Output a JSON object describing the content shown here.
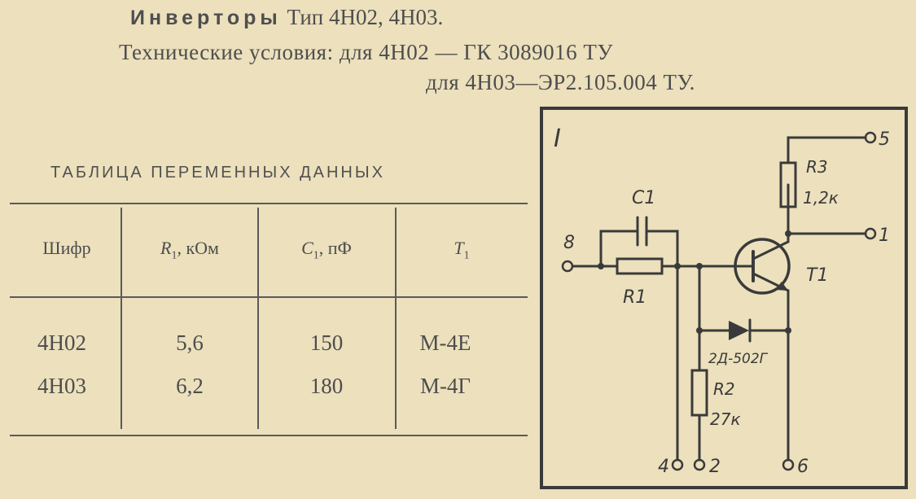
{
  "header": {
    "title_bold": "Инверторы",
    "title_rest": "Тип 4Н02, 4Н03.",
    "line2": "Технические условия: для 4Н02 — ГК 3089016 ТУ",
    "line3": "для 4Н03—ЭР2.105.004 ТУ."
  },
  "table": {
    "title": "ТАБЛИЦА ПЕРЕМЕННЫХ ДАННЫХ",
    "columns": {
      "cipher": "Шифр",
      "r1_sym": "R",
      "r1_sub": "1",
      "r1_unit": ", кОм",
      "c1_sym": "C",
      "c1_sub": "1",
      "c1_unit": ", пФ",
      "t1_sym": "T",
      "t1_sub": "1"
    },
    "rows": [
      {
        "cipher": "4Н02",
        "r1": "5,6",
        "c1": "150",
        "t1": "М-4Е"
      },
      {
        "cipher": "4Н03",
        "r1": "6,2",
        "c1": "180",
        "t1": "М-4Г"
      }
    ]
  },
  "schematic": {
    "frame_label": "I",
    "c1": "C1",
    "r1": "R1",
    "r2": "R2",
    "r2_value": "27к",
    "r3": "R3",
    "r3_value": "1,2к",
    "t1": "T1",
    "diode": "2Д-502Г",
    "pins": {
      "p8": "8",
      "p5": "5",
      "p1": "1",
      "p4": "4",
      "p2": "2",
      "p6": "6"
    }
  },
  "colors": {
    "paper": "#ece0bd",
    "ink": "#3a3a3a"
  }
}
